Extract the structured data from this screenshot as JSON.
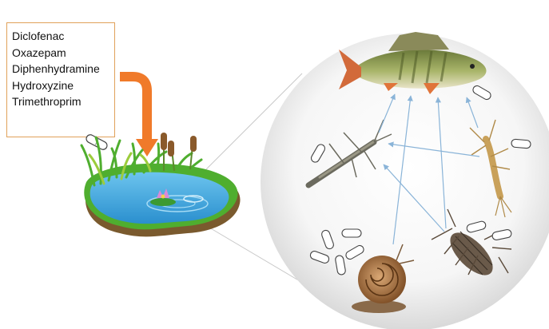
{
  "drugs": {
    "items": [
      "Diclofenac",
      "Oxazepam",
      "Diphenhydramine",
      "Hydroxyzine",
      "Trimethroprim"
    ]
  },
  "colors": {
    "box_border": "#e0a15a",
    "arrow_orange": "#f07a2a",
    "pond_water": "#3ea6dd",
    "pond_rim": "#7a5a2e",
    "grass_green": "#4fae2f",
    "flow_arrow": "#8ab4d8"
  },
  "icons": [
    "tablet-icon",
    "fish-icon",
    "stonefly-icon",
    "mayfly-icon",
    "snail-icon",
    "isopod-icon",
    "water-lily-icon",
    "cattail-icon"
  ]
}
